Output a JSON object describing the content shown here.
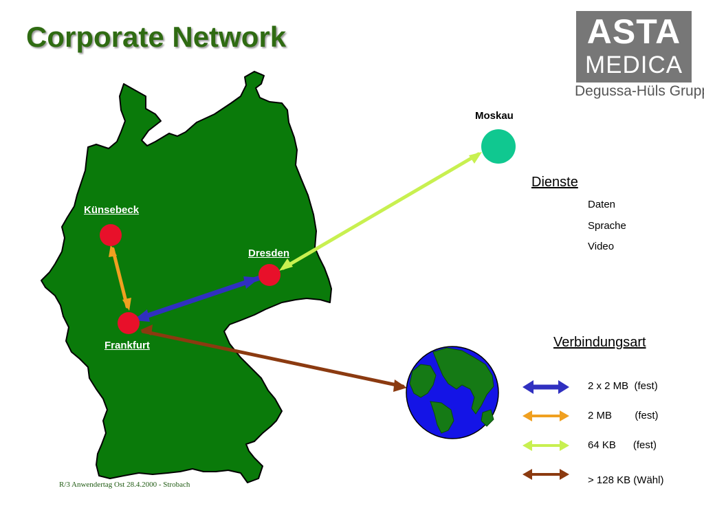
{
  "title": "Corporate Network",
  "logo": {
    "line1": "ASTA",
    "line2": "MEDICA",
    "line3": "Degussa-Hüls  Gruppe"
  },
  "cities": {
    "kunsebeck": "Künsebeck",
    "dresden": "Dresden",
    "frankfurt": "Frankfurt",
    "moskau": "Moskau"
  },
  "dienste": {
    "heading": "Dienste",
    "items": [
      "Daten",
      "Sprache",
      "Video"
    ]
  },
  "verbindungsart": {
    "heading": "Verbindungsart",
    "items": [
      {
        "label": "2 x 2 MB  (fest)",
        "color": "#3030c0"
      },
      {
        "label": "2 MB        (fest)",
        "color": "#f0a020"
      },
      {
        "label": "64 KB      (fest)",
        "color": "#c8f050"
      },
      {
        "label": "> 128 KB (Wähl)",
        "color": "#8b3a10"
      }
    ]
  },
  "footer": "R/3 Anwendertag Ost 28.4.2000 - Strobach",
  "colors": {
    "map_green": "#0a7a0a",
    "title_green": "#2f6b12",
    "node_red": "#e8102a",
    "moskau_teal": "#10c890"
  }
}
